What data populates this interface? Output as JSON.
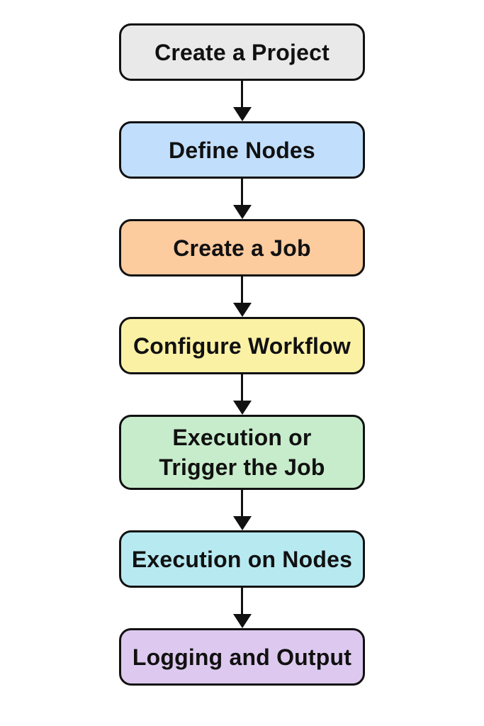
{
  "page": {
    "background_color": "#ffffff",
    "stroke_color": "#111111",
    "text_color": "#111111"
  },
  "flowchart": {
    "direction": "top-to-bottom",
    "connector": "arrow-down",
    "steps": [
      {
        "id": "create-project",
        "label": "Create a Project",
        "lines": [
          "Create a Project"
        ],
        "fill": "#e9e9e9"
      },
      {
        "id": "define-nodes",
        "label": "Define Nodes",
        "lines": [
          "Define Nodes"
        ],
        "fill": "#c1defc"
      },
      {
        "id": "create-job",
        "label": "Create a Job",
        "lines": [
          "Create a Job"
        ],
        "fill": "#fccb9e"
      },
      {
        "id": "configure-workflow",
        "label": "Configure Workflow",
        "lines": [
          "Configure Workflow"
        ],
        "fill": "#fbf1a5"
      },
      {
        "id": "execute-trigger-job",
        "label": "Execution or Trigger the Job",
        "lines": [
          "Execution or",
          "Trigger the Job"
        ],
        "fill": "#c7eccb"
      },
      {
        "id": "execution-on-nodes",
        "label": "Execution on Nodes",
        "lines": [
          "Execution on Nodes"
        ],
        "fill": "#b7e9f1"
      },
      {
        "id": "logging-and-output",
        "label": "Logging and Output",
        "lines": [
          "Logging and Output"
        ],
        "fill": "#ddc9ef"
      }
    ]
  }
}
